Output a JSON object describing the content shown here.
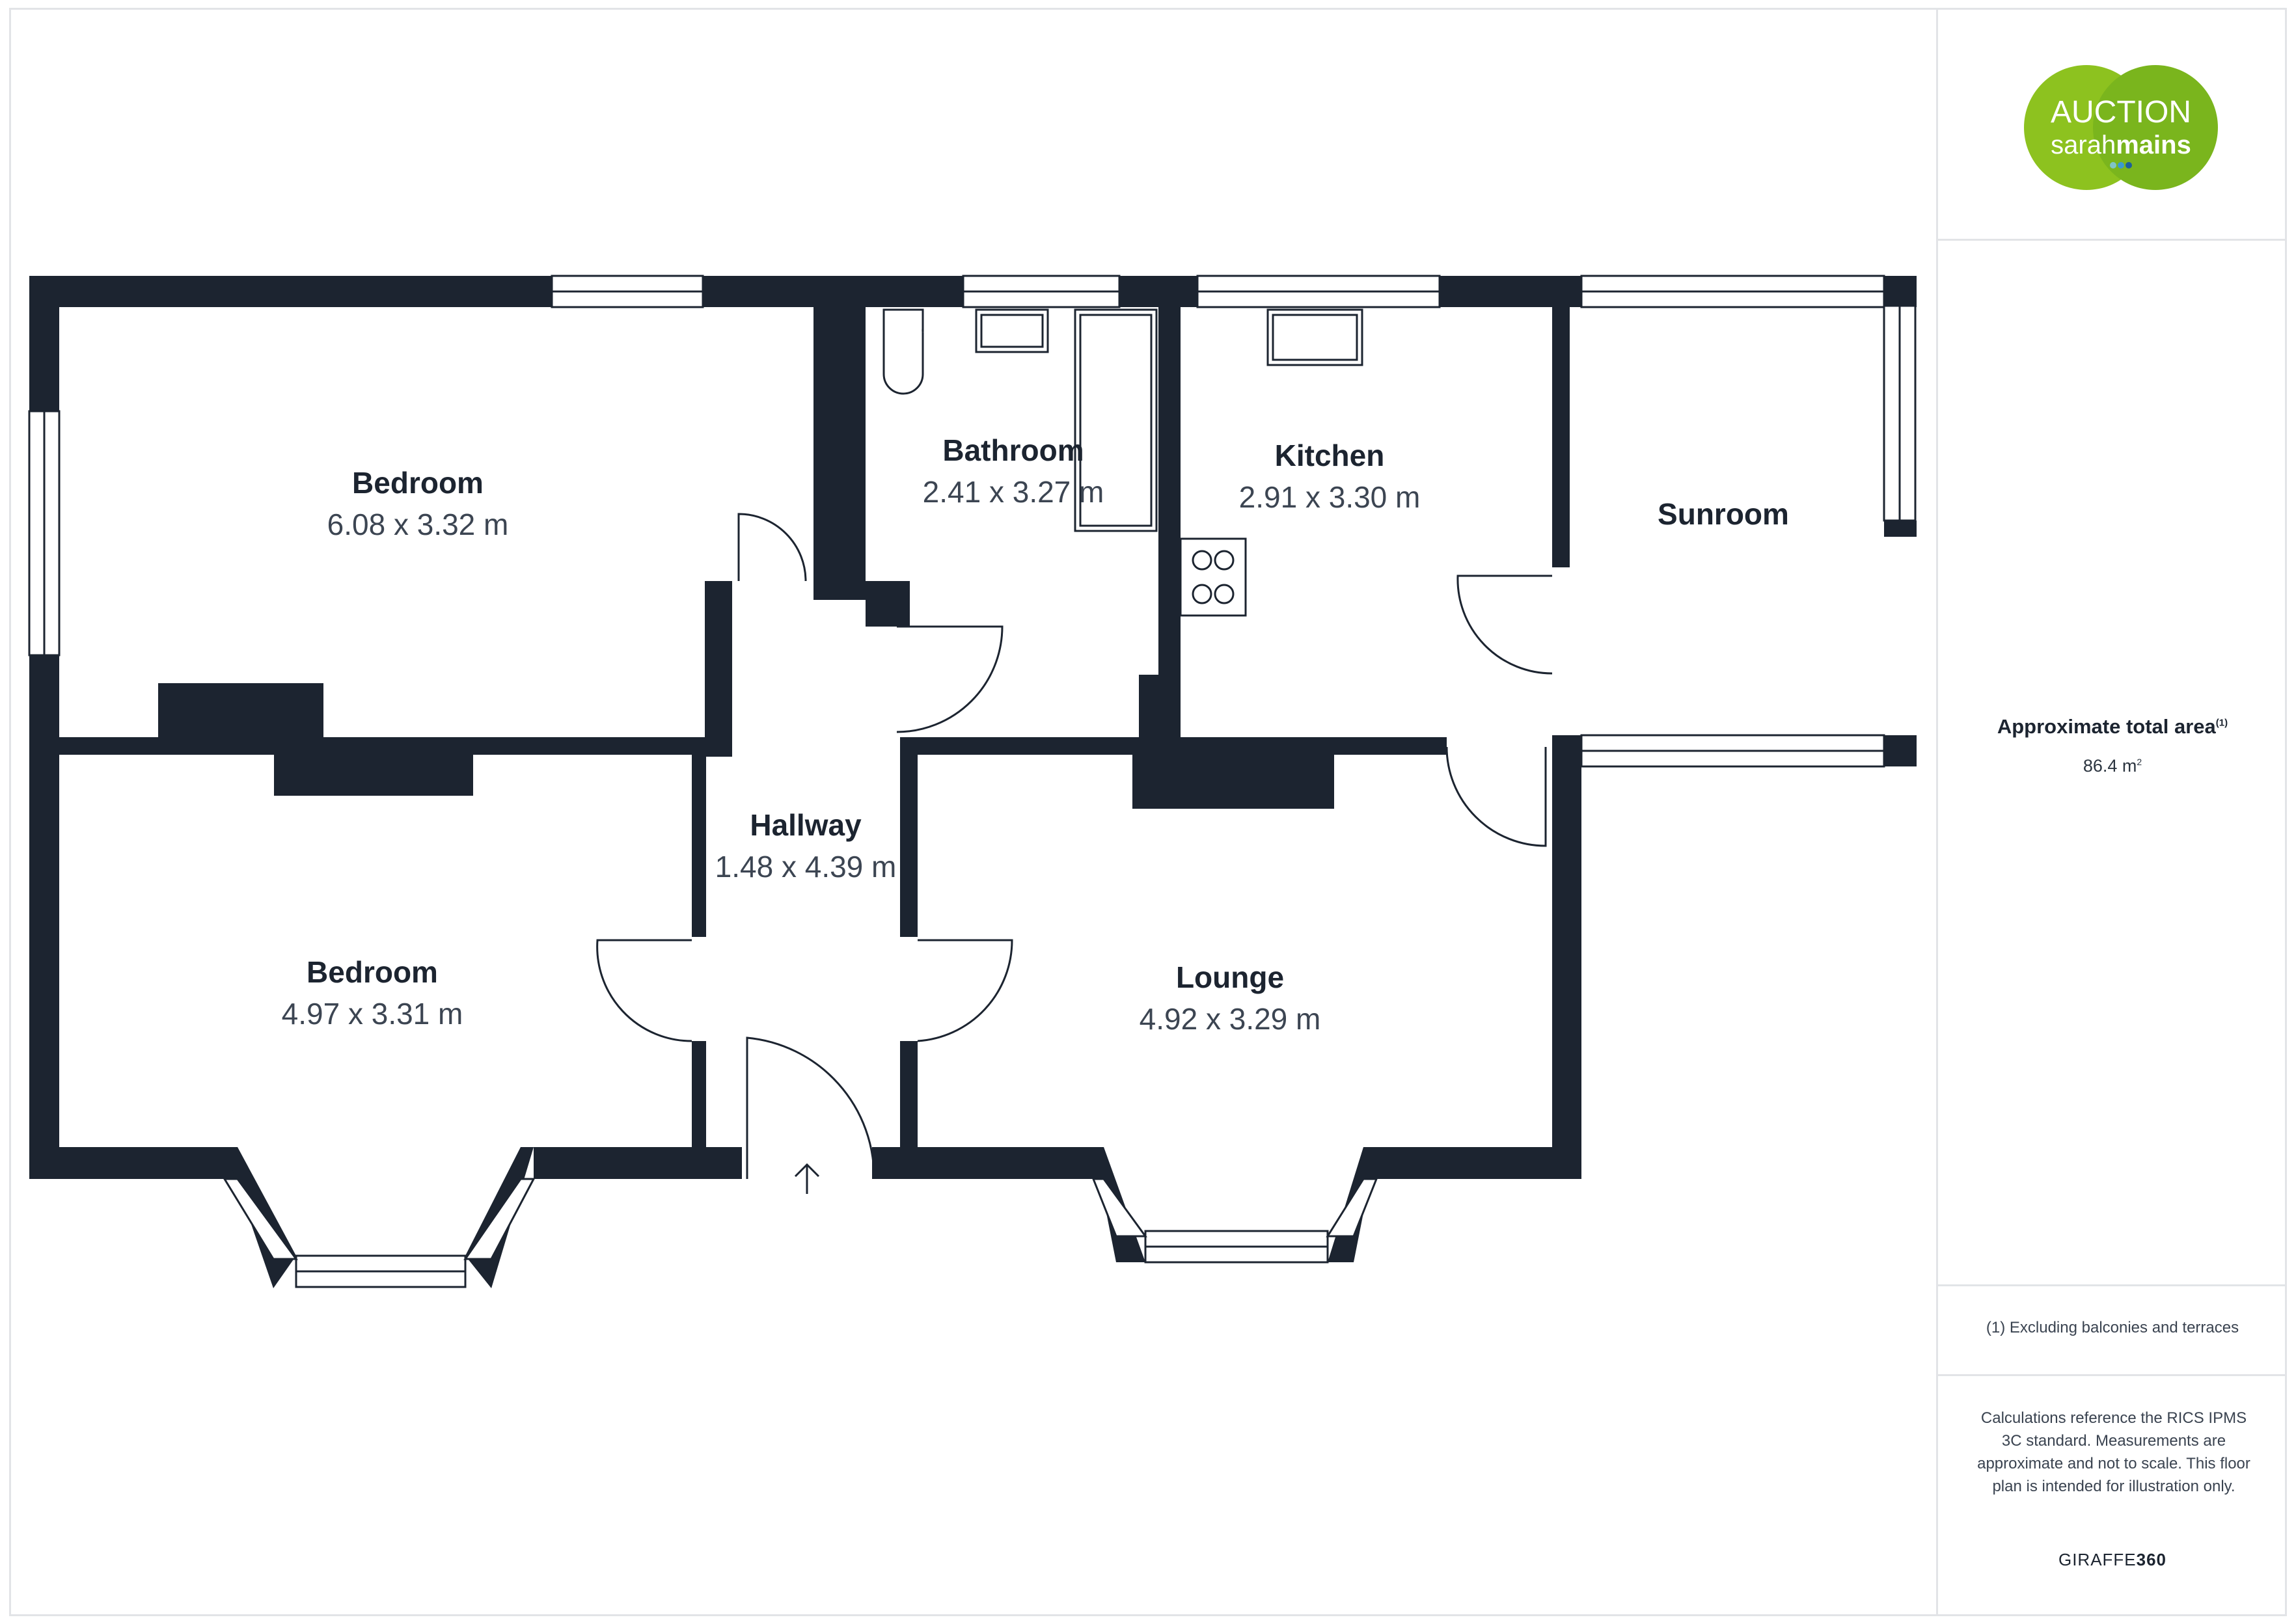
{
  "logo": {
    "line1": "AUCTION",
    "line2_light": "sarah",
    "line2_bold": "mains",
    "colors": {
      "green_left": "#8dc21f",
      "green_right": "#7ab51d",
      "dot1": "#7fc4c8",
      "dot2": "#3a9ad0",
      "dot3": "#1d5f9a"
    }
  },
  "rooms": [
    {
      "name": "Bedroom",
      "dims": "6.08 x 3.32 m"
    },
    {
      "name": "Bathroom",
      "dims": "2.41 x 3.27 m"
    },
    {
      "name": "Kitchen",
      "dims": "2.91 x 3.30 m"
    },
    {
      "name": "Sunroom",
      "dims": ""
    },
    {
      "name": "Hallway",
      "dims": "1.48 x 4.39 m"
    },
    {
      "name": "Bedroom",
      "dims": "4.97 x 3.31 m"
    },
    {
      "name": "Lounge",
      "dims": "4.92 x 3.29 m"
    }
  ],
  "sidebar": {
    "area_title": "Approximate total area",
    "area_footnote_mark": "(1)",
    "area_value": "86.4 m",
    "area_unit_sup": "2",
    "footnote": "(1) Excluding balconies and terraces",
    "disclaimer": "Calculations reference the RICS IPMS 3C standard. Measurements are approximate and not to scale. This floor plan is intended for illustration only.",
    "brand_light": "GIRAFFE",
    "brand_bold": "360"
  },
  "colors": {
    "wall": "#1c2430",
    "line": "#1c2430",
    "border": "#e2e4e7"
  }
}
